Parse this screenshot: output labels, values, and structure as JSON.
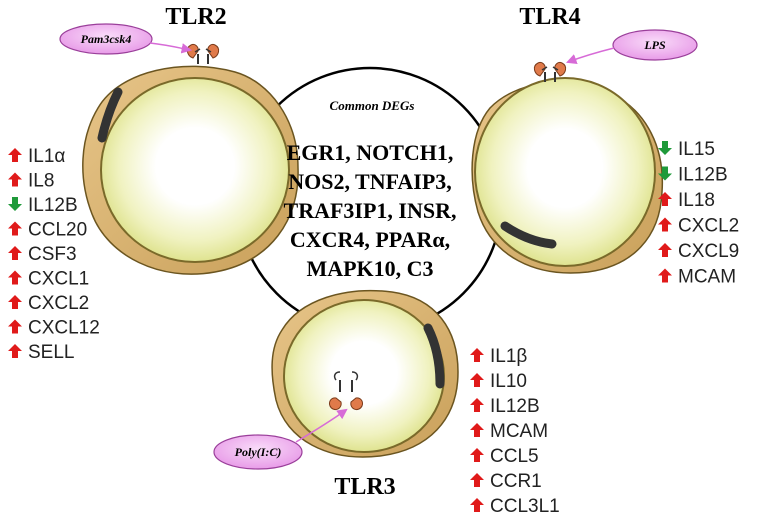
{
  "colors": {
    "up": "#e01a1a",
    "down": "#1f9a3a",
    "membrane": "#d8b26a",
    "membrane_edge": "#6b5520",
    "cytoplasm": "#e6e99a",
    "ligand": "#efb3ef",
    "ligand_edge": "#9a3f9a",
    "receptor": "#e07a4a"
  },
  "common": {
    "title": "Common DEGs",
    "lines": [
      "EGR1, NOTCH1,",
      "NOS2, TNFAIP3,",
      "TRAF3IP1, INSR,",
      "CXCR4, PPARα,",
      "MAPK10, C3"
    ]
  },
  "cells": [
    {
      "id": "tlr2",
      "title": "TLR2",
      "ligand": "Pam3csk4",
      "genes": [
        {
          "name": "IL1α",
          "dir": "up"
        },
        {
          "name": "IL8",
          "dir": "up"
        },
        {
          "name": "IL12B",
          "dir": "down"
        },
        {
          "name": "CCL20",
          "dir": "up"
        },
        {
          "name": "CSF3",
          "dir": "up"
        },
        {
          "name": "CXCL1",
          "dir": "up"
        },
        {
          "name": "CXCL2",
          "dir": "up"
        },
        {
          "name": "CXCL12",
          "dir": "up"
        },
        {
          "name": "SELL",
          "dir": "up"
        }
      ]
    },
    {
      "id": "tlr4",
      "title": "TLR4",
      "ligand": "LPS",
      "genes": [
        {
          "name": "IL15",
          "dir": "down"
        },
        {
          "name": "IL12B",
          "dir": "down"
        },
        {
          "name": "IL18",
          "dir": "up"
        },
        {
          "name": "CXCL2",
          "dir": "up"
        },
        {
          "name": "CXCL9",
          "dir": "up"
        },
        {
          "name": "MCAM",
          "dir": "up"
        }
      ]
    },
    {
      "id": "tlr3",
      "title": "TLR3",
      "ligand": "Poly(I:C)",
      "genes": [
        {
          "name": "IL1β",
          "dir": "up"
        },
        {
          "name": "IL10",
          "dir": "up"
        },
        {
          "name": "IL12B",
          "dir": "up"
        },
        {
          "name": "MCAM",
          "dir": "up"
        },
        {
          "name": "CCL5",
          "dir": "up"
        },
        {
          "name": "CCR1",
          "dir": "up"
        },
        {
          "name": "CCL3L1",
          "dir": "up"
        }
      ]
    }
  ]
}
